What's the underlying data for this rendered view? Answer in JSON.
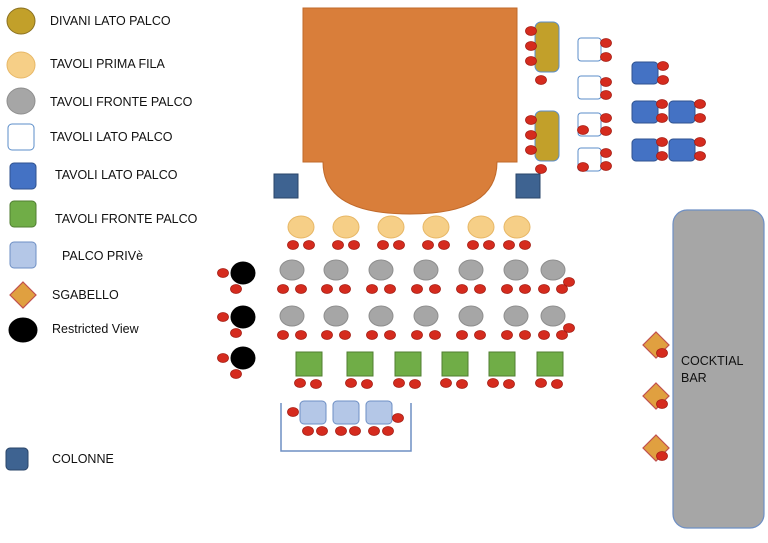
{
  "legend": [
    {
      "key": "divani",
      "label": "DIVANI LATO PALCO",
      "shape": "circle",
      "fill": "#C2A02A",
      "stroke": "#8A7020"
    },
    {
      "key": "prima",
      "label": "TAVOLI PRIMA FILA",
      "shape": "circle",
      "fill": "#F6CF87",
      "stroke": "#E7B766"
    },
    {
      "key": "fronte",
      "label": "TAVOLI FRONTE PALCO",
      "shape": "circle",
      "fill": "#A6A6A6",
      "stroke": "#8E8E8E"
    },
    {
      "key": "lato_white",
      "label": "TAVOLI LATO PALCO",
      "shape": "square",
      "fill": "#FFFFFF",
      "stroke": "#5B8DC9"
    },
    {
      "key": "lato_blue",
      "label": "TAVOLI LATO PALCO",
      "shape": "square",
      "fill": "#4472C4",
      "stroke": "#2F528F"
    },
    {
      "key": "fronte_green",
      "label": "TAVOLI FRONTE PALCO",
      "shape": "square",
      "fill": "#70AD47",
      "stroke": "#507E32"
    },
    {
      "key": "prive",
      "label": "PALCO PRIVè",
      "shape": "square",
      "fill": "#B4C7E7",
      "stroke": "#6E8FC4"
    },
    {
      "key": "sgabello",
      "label": "SGABELLO",
      "shape": "diamond",
      "fill": "#E0A040",
      "stroke": "#C0504D"
    },
    {
      "key": "restricted",
      "label": "Restricted View",
      "shape": "circle",
      "fill": "#000000",
      "stroke": "#000000"
    },
    {
      "key": "colonne",
      "label": "COLONNE",
      "shape": "square",
      "fill": "#3E6391",
      "stroke": "#2A4569"
    }
  ],
  "bar": {
    "line1": "COCKTIAL",
    "line2": "BAR"
  },
  "colors": {
    "stage": "#D97E3A",
    "stage_stroke": "#C0692A",
    "chair": "#D52B1E",
    "chair_stroke": "#A61F15",
    "bar_fill": "#A6A6A6",
    "bar_stroke": "#6E8FC4",
    "prive_frame": "#6E8FC4"
  }
}
